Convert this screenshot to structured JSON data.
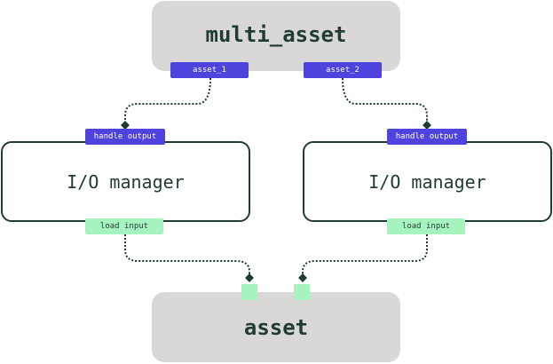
{
  "diagram": {
    "top_asset": {
      "label": "multi_asset"
    },
    "outputs": [
      {
        "label": "asset_1"
      },
      {
        "label": "asset_2"
      }
    ],
    "io_managers": [
      {
        "label": "I/O manager",
        "handle_label": "handle output",
        "load_label": "load input"
      },
      {
        "label": "I/O manager",
        "handle_label": "handle output",
        "load_label": "load input"
      }
    ],
    "bottom_asset": {
      "label": "asset"
    }
  },
  "colors": {
    "box_fill": "#d9d8d6",
    "text": "#1f3b34",
    "output_tag": "#4f43dd",
    "input_tag": "#a7f3c0",
    "wire": "#1f3b34"
  }
}
